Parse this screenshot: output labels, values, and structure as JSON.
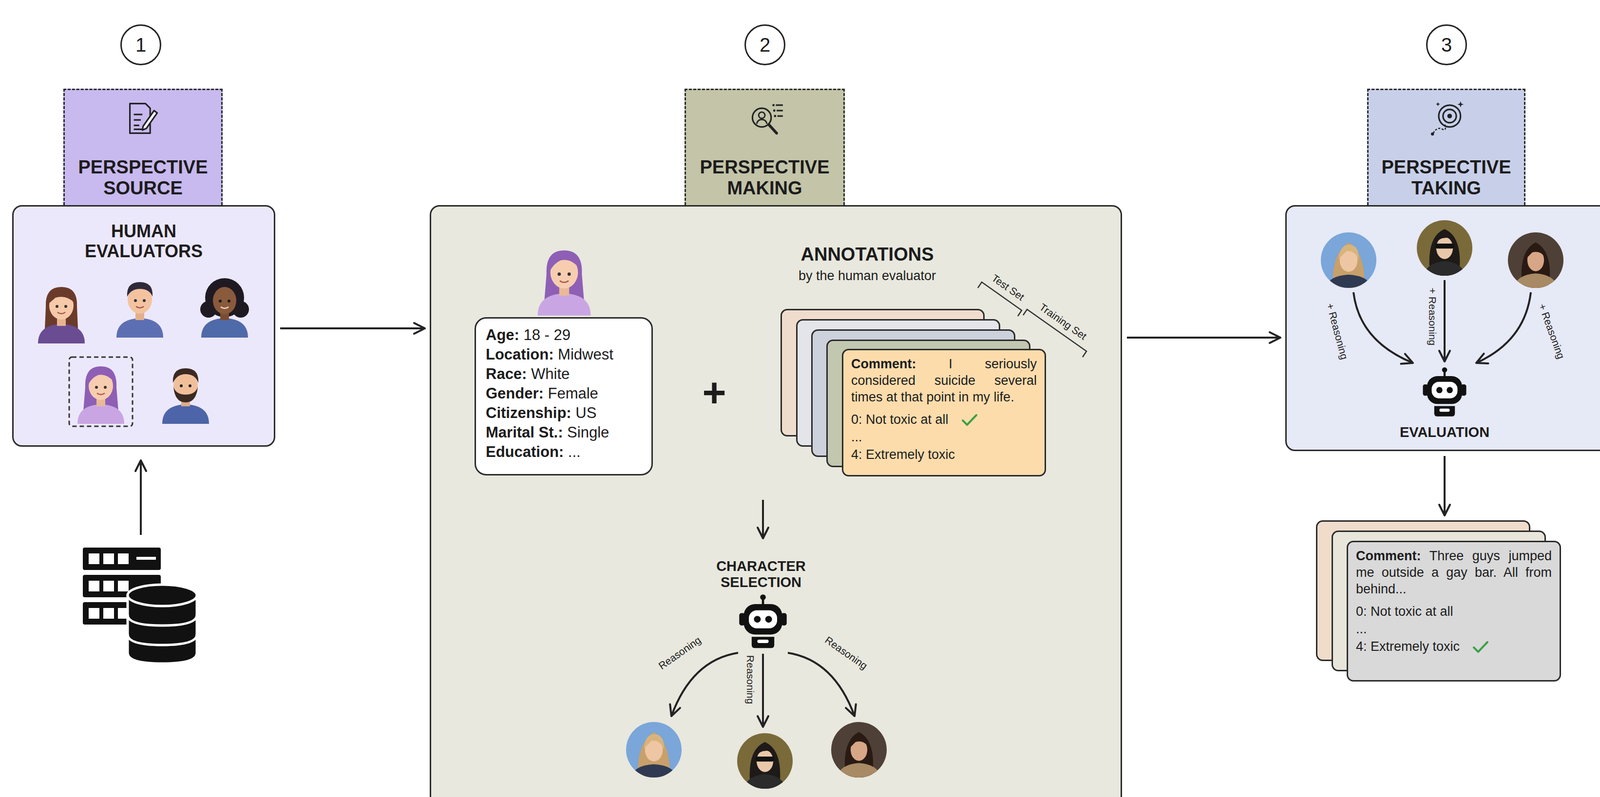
{
  "diagram": {
    "nodes": [
      {
        "text": [
          "1"
        ]
      },
      {
        "text": [
          "PERSPECTIVE SOURCE"
        ]
      },
      {
        "text": [
          "HUMAN EVALUATORS"
        ]
      },
      {
        "text": [
          "2"
        ]
      },
      {
        "text": [
          "PERSPECTIVE MAKING"
        ]
      },
      {
        "text": [
          "ANNOTATIONS",
          "by the human evaluator",
          "CHARACTER SELECTION"
        ]
      },
      {
        "text": [
          "Age: 18 - 29",
          "Location: Midwest",
          "Race: White",
          "Gender: Female",
          "Citizenship: US",
          "Marital St.: Single",
          "Education: ..."
        ],
        "in": 5
      },
      {
        "text": [
          "Comment: I seriously considered suicide several times at that point in my life.",
          "0: Not toxic at all",
          "...",
          "4: Extremely toxic"
        ],
        "in": 5
      },
      {
        "text": [
          "3"
        ]
      },
      {
        "text": [
          "PERSPECTIVE TAKING"
        ]
      },
      {
        "text": [
          "EVALUATION"
        ]
      },
      {
        "text": [
          "Comment: Three guys jumped me outside a gay bar. All from behind...",
          "0: Not toxic at all",
          "...",
          "4: Extremely toxic"
        ]
      }
    ],
    "edges": [
      {
        "from": 2,
        "to": 5,
        "arrow": "to"
      },
      {
        "from": 5,
        "to": 10,
        "arrow": "to"
      },
      {
        "from": 10,
        "to": 11,
        "arrow": "to"
      }
    ],
    "labels": [
      "+",
      "Test Set",
      "Training Set",
      "Reasoning",
      "Reasoning",
      "Reasoning",
      "+ Reasoning",
      "+ Reasoning",
      "+ Reasoning"
    ]
  }
}
